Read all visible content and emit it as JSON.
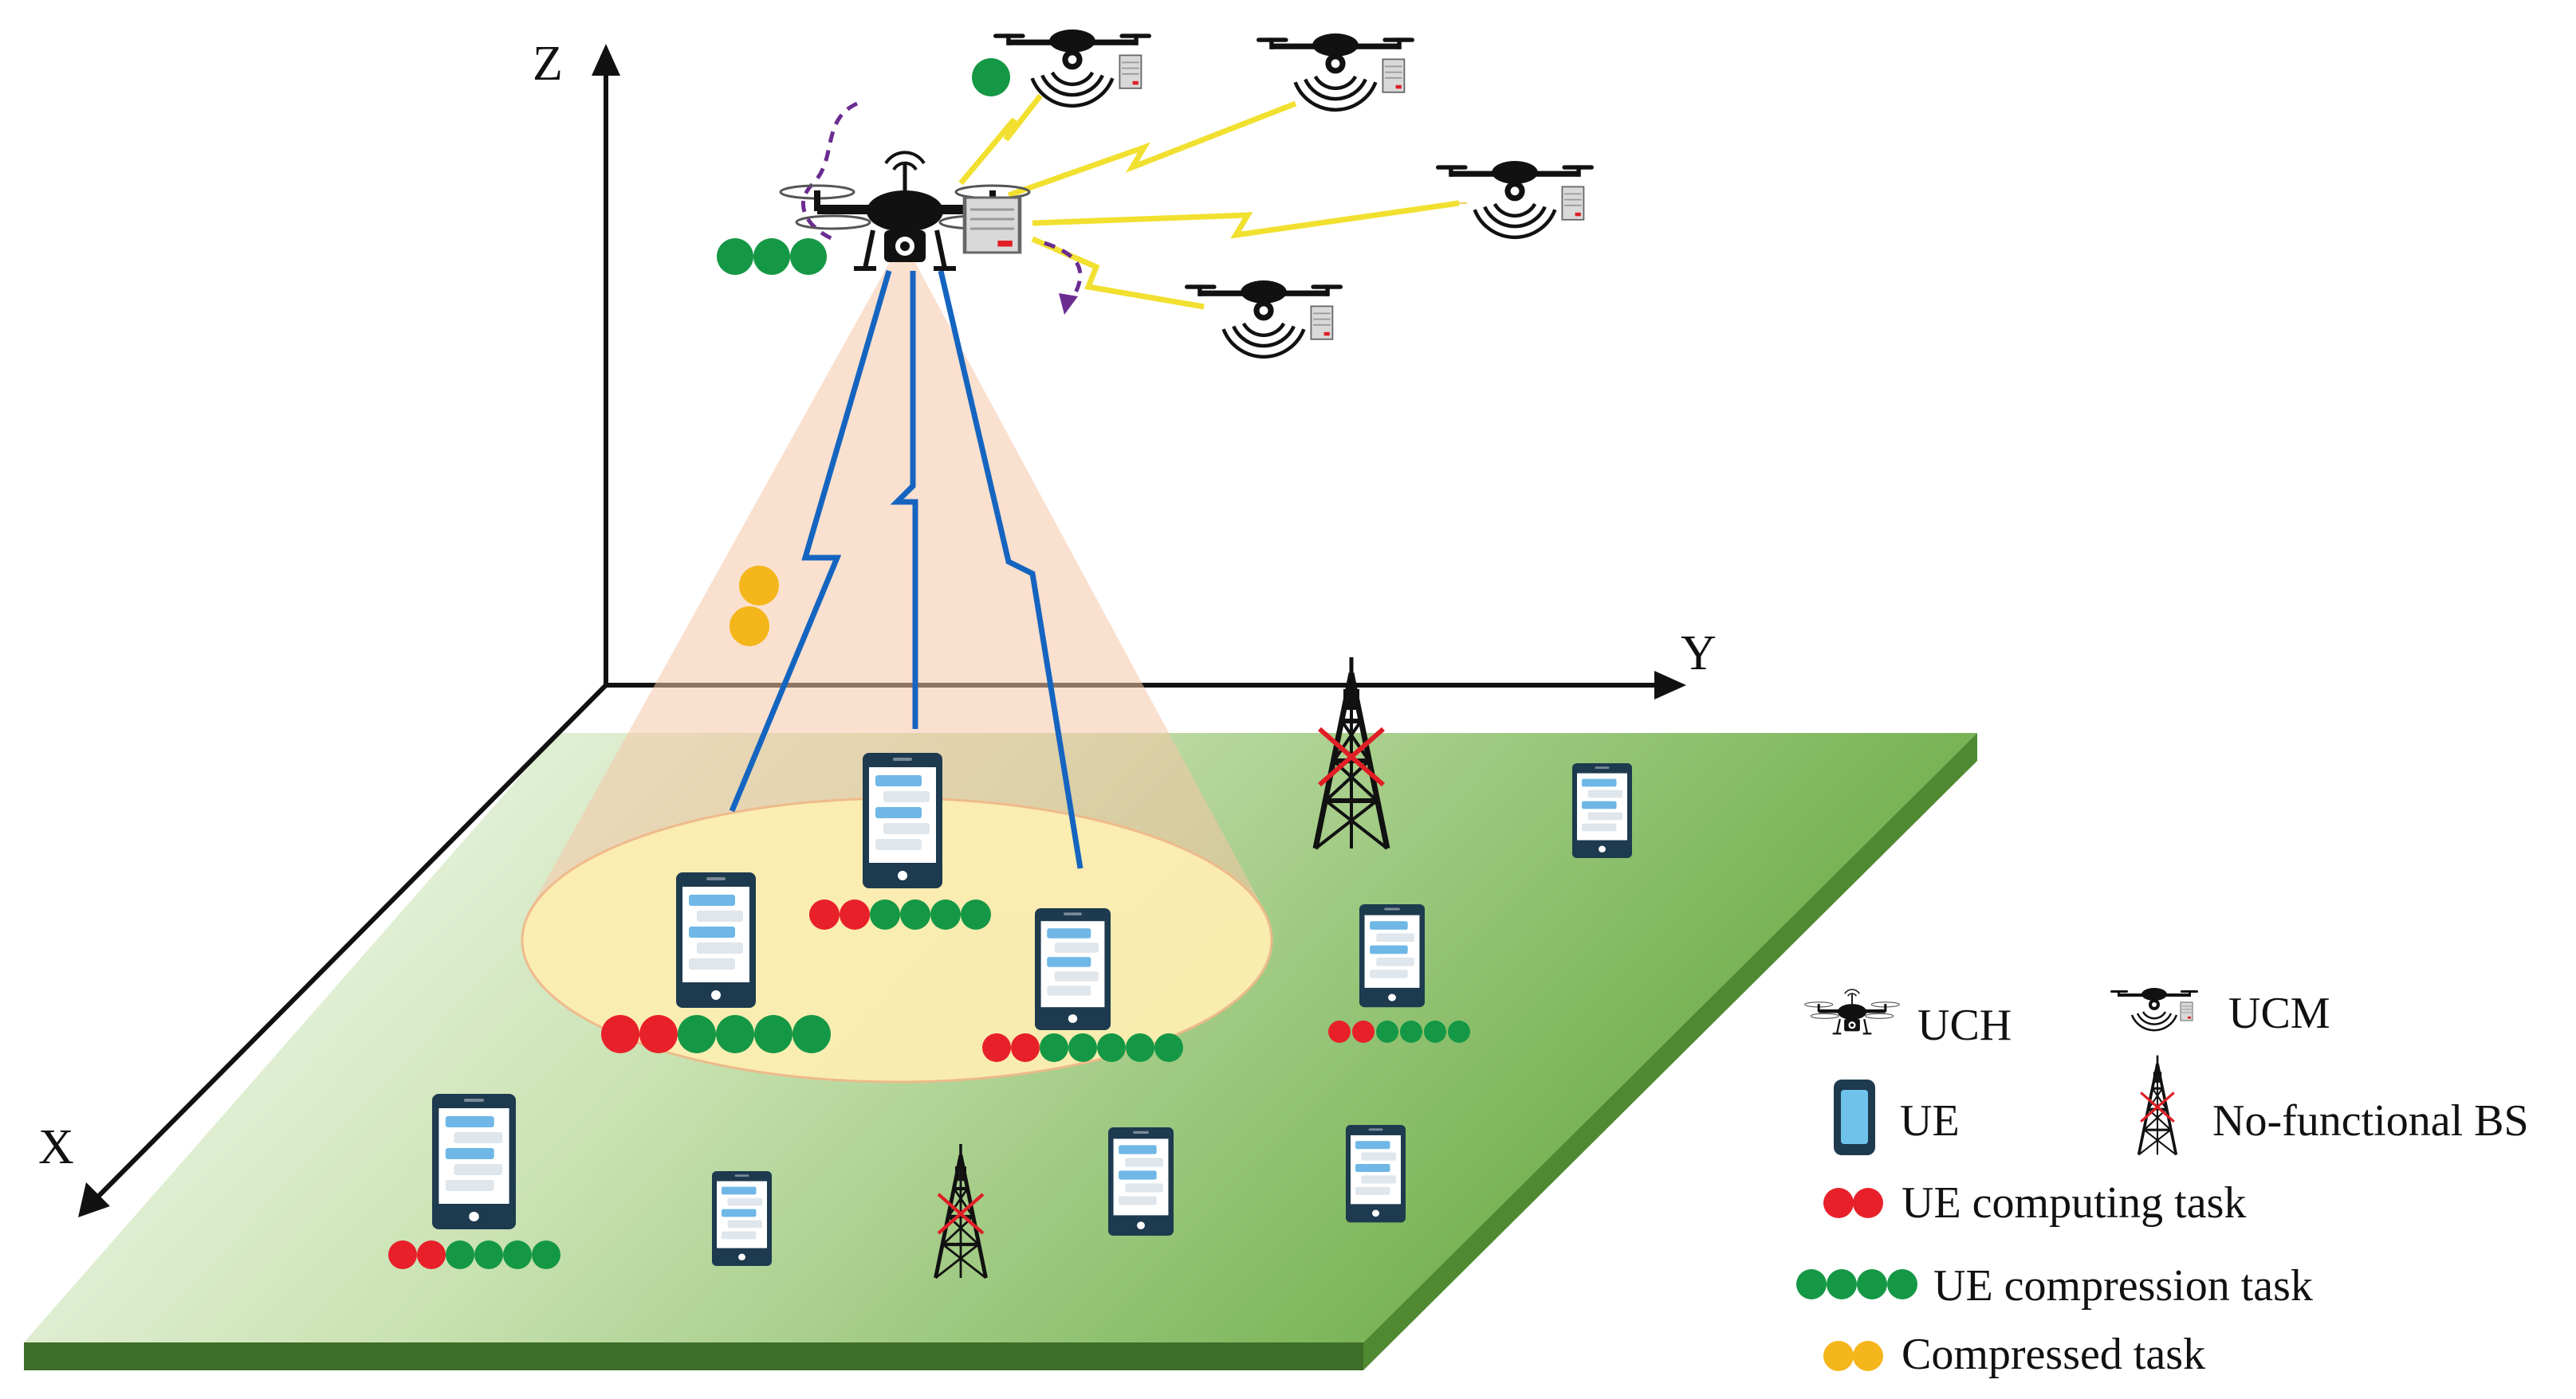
{
  "axes": {
    "x": "X",
    "y": "Y",
    "z": "Z"
  },
  "legend": {
    "uch": "UCH",
    "ucm": "UCM",
    "ue": "UE",
    "nonfunctional_bs": "No-functional BS",
    "computing_task": "UE computing task",
    "compression_task": "UE compression task",
    "compressed_task": "Compressed task"
  },
  "colors": {
    "computing_task": "#e8202a",
    "compression_task": "#159845",
    "compressed_task": "#f4b61a",
    "ground_top": "#6aab45",
    "ground_side": "#3e6e27",
    "coverage_cone": "#f6c6a8",
    "coverage_area": "#fdeeb2",
    "link": "#1565c0",
    "uch_ucm_link": "#f2e030",
    "trajectory": "#6a2c91"
  },
  "icons": {
    "uch": "drone-with-server-icon",
    "ucm": "drone-with-server-icon",
    "ue": "smartphone-icon",
    "bs": "cell-tower-icon"
  }
}
